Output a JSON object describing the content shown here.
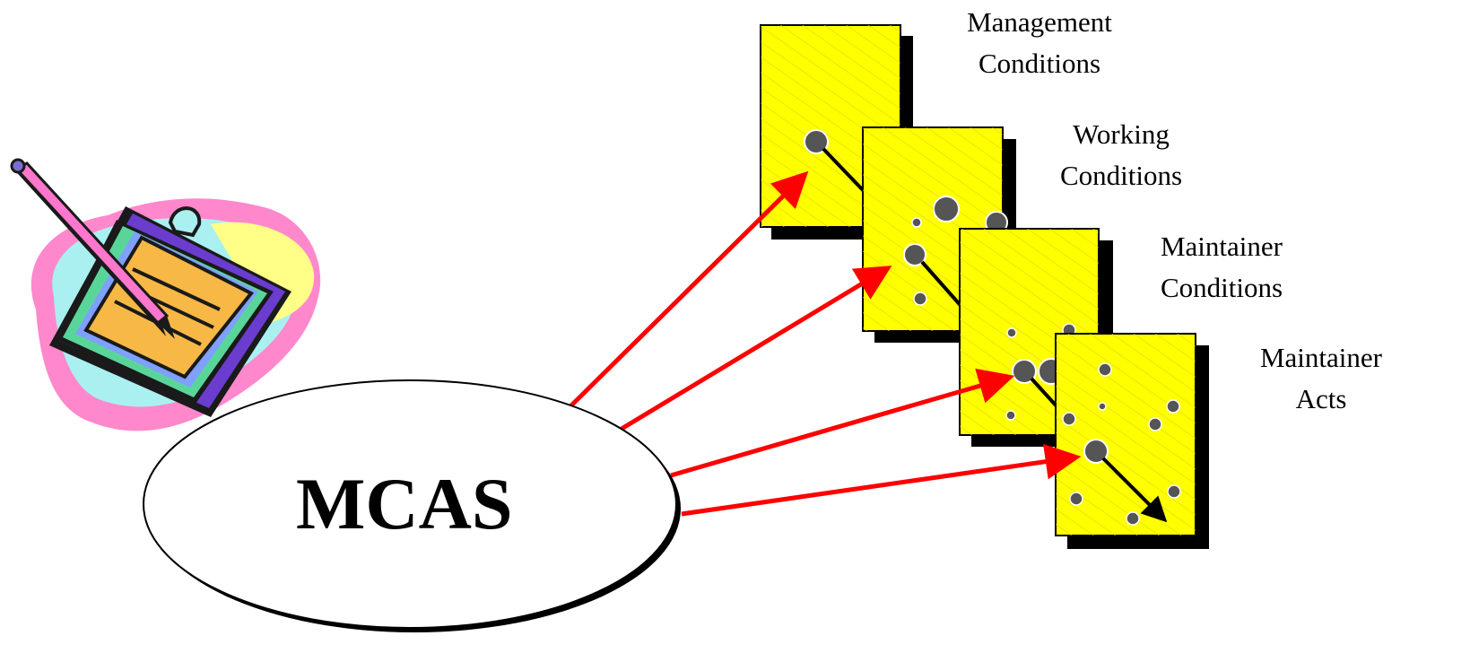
{
  "center": {
    "label": "MCAS"
  },
  "panels": [
    {
      "line1": "Management",
      "line2": "Conditions"
    },
    {
      "line1": "Working",
      "line2": "Conditions"
    },
    {
      "line1": "Maintainer",
      "line2": "Conditions"
    },
    {
      "line1": "Maintainer",
      "line2": "Acts"
    }
  ],
  "colors": {
    "panel_fill": "#ffff00",
    "arrow": "#ff0000",
    "dots": "#555555",
    "shadow": "#000000"
  },
  "icons": {
    "clipboard": "clipboard-with-pen-icon"
  }
}
